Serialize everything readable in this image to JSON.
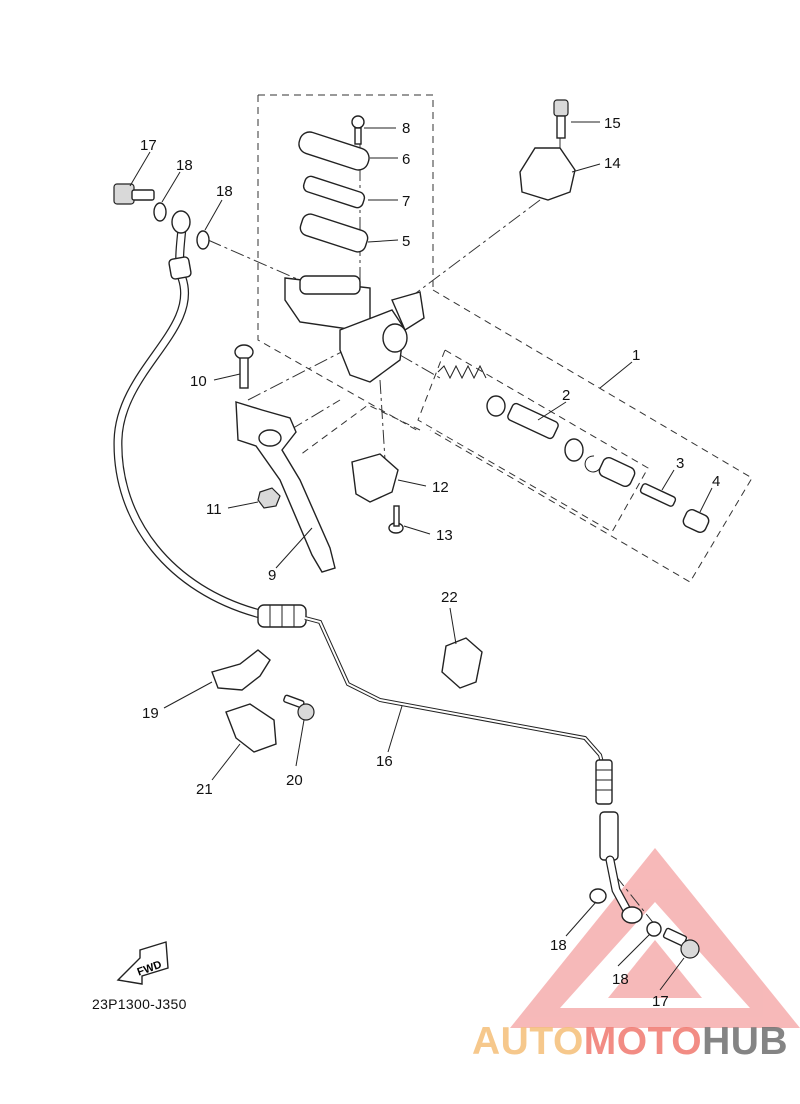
{
  "diagram_code": "23P1300-J350",
  "fwd_label": "FWD",
  "watermark": {
    "part1": "AUTO",
    "part2": "MOTO",
    "part3": "HUB"
  },
  "colors": {
    "watermark_red": "#f08080",
    "watermark_orange": "#f5be78",
    "watermark_grey": "#6e6e6e",
    "line": "#222222"
  },
  "callouts": {
    "c1": "1",
    "c2": "2",
    "c3": "3",
    "c4": "4",
    "c5": "5",
    "c6": "6",
    "c7": "7",
    "c8": "8",
    "c9": "9",
    "c10": "10",
    "c11": "11",
    "c12": "12",
    "c13": "13",
    "c14": "14",
    "c15": "15",
    "c16": "16",
    "c17a": "17",
    "c17b": "17",
    "c18a": "18",
    "c18b": "18",
    "c18c": "18",
    "c18d": "18",
    "c19": "19",
    "c20": "20",
    "c21": "21",
    "c22": "22"
  }
}
